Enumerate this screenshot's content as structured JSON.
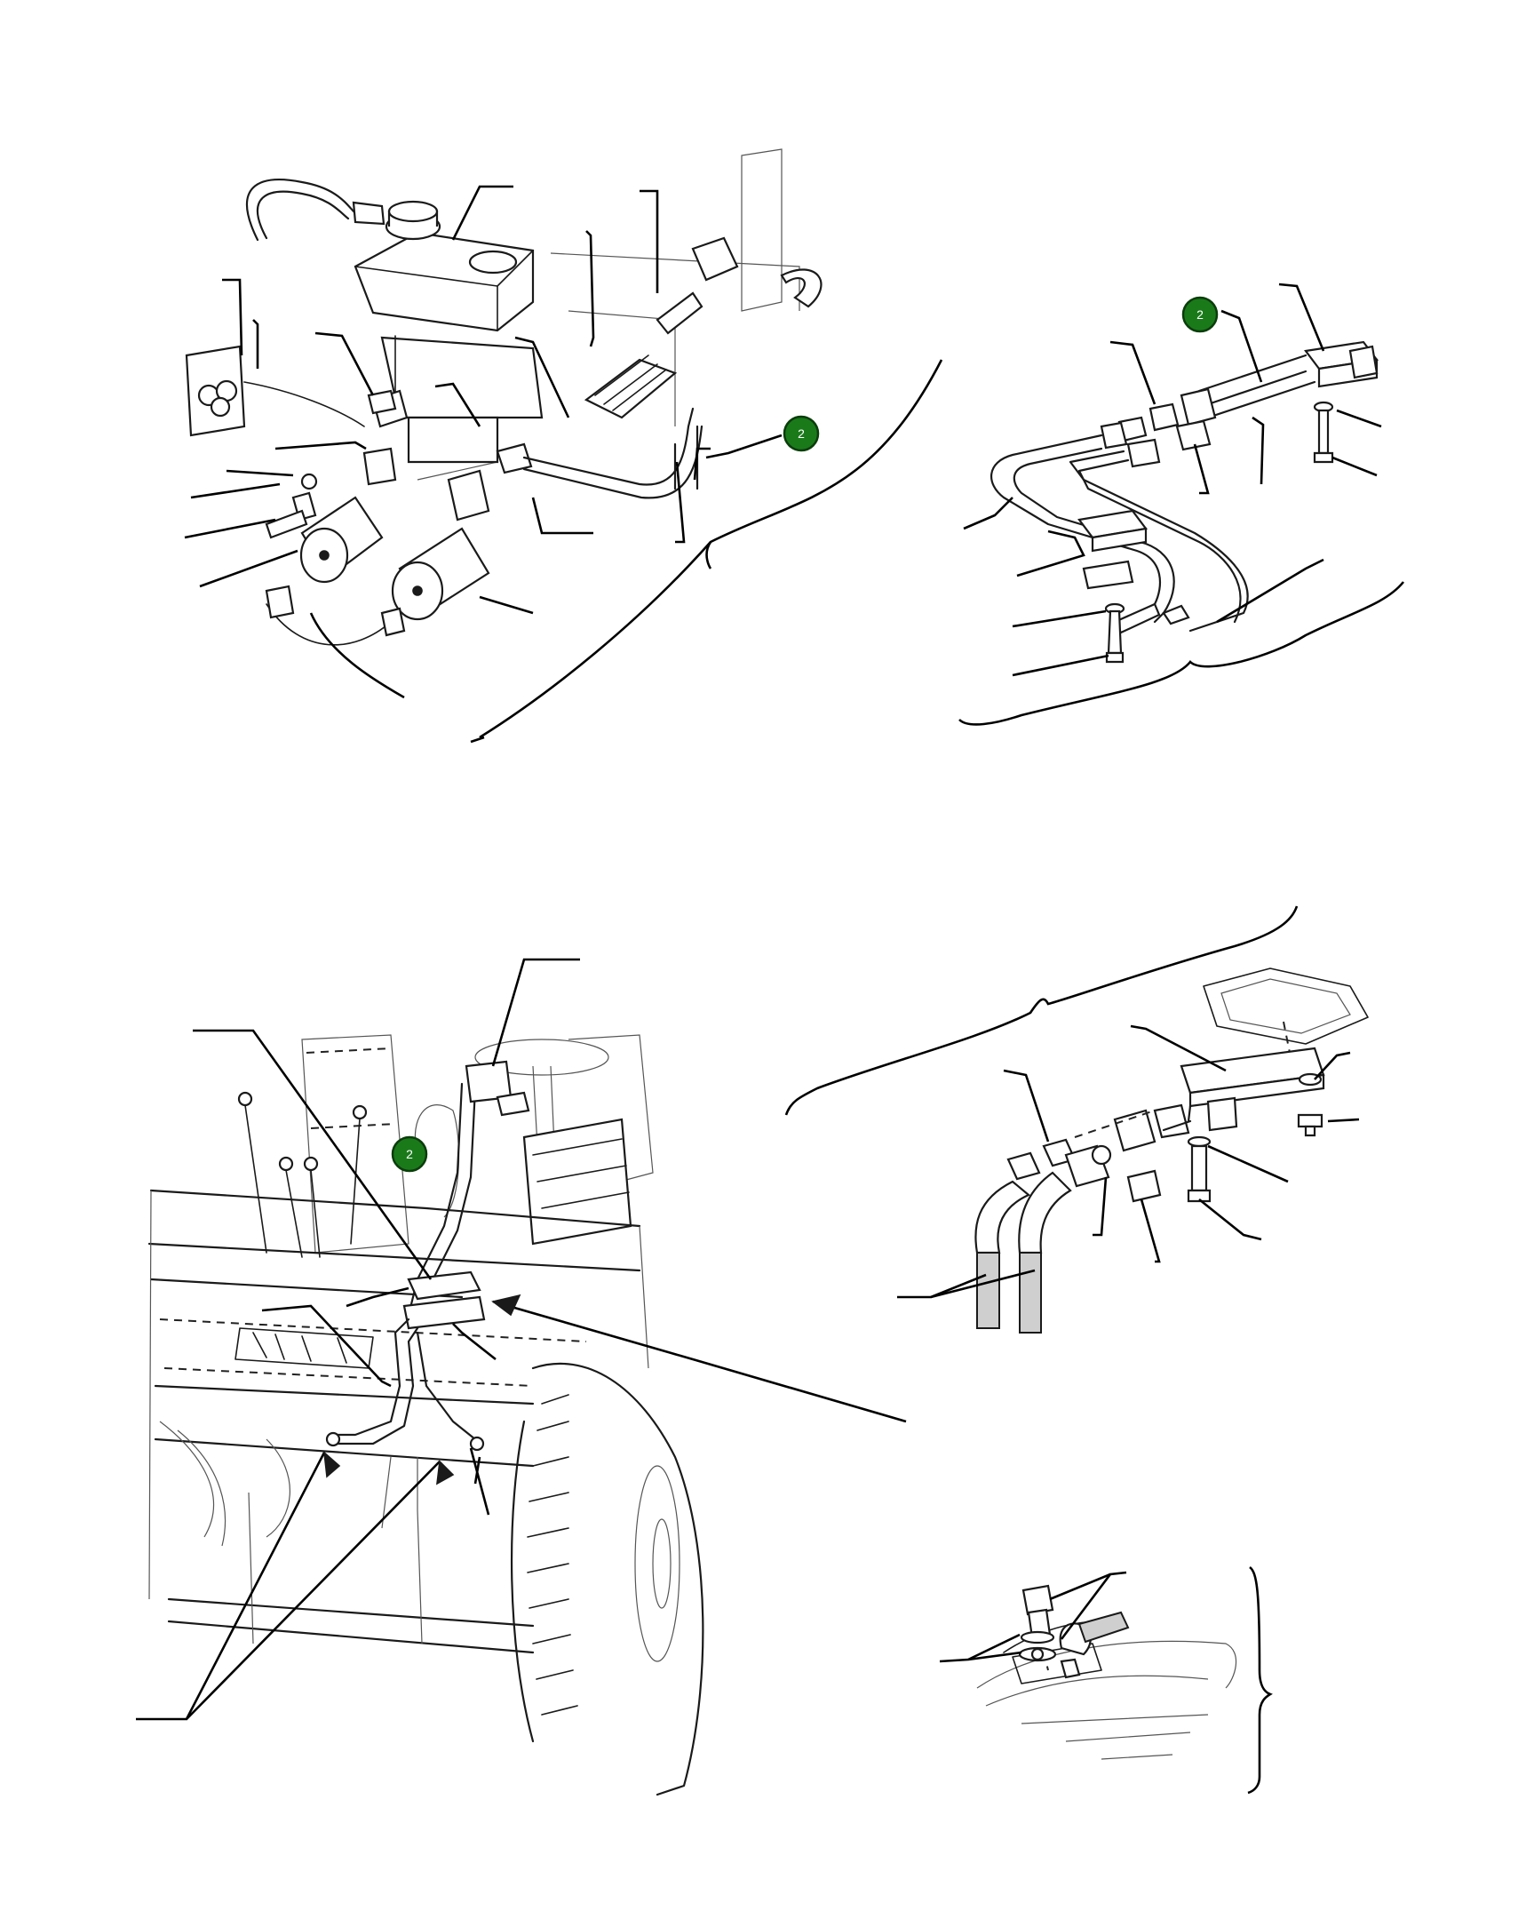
{
  "callouts": [
    {
      "id": "callout-top-left",
      "number": "2"
    },
    {
      "id": "callout-top-right",
      "number": "2"
    },
    {
      "id": "callout-bottom-left",
      "number": "2"
    }
  ]
}
